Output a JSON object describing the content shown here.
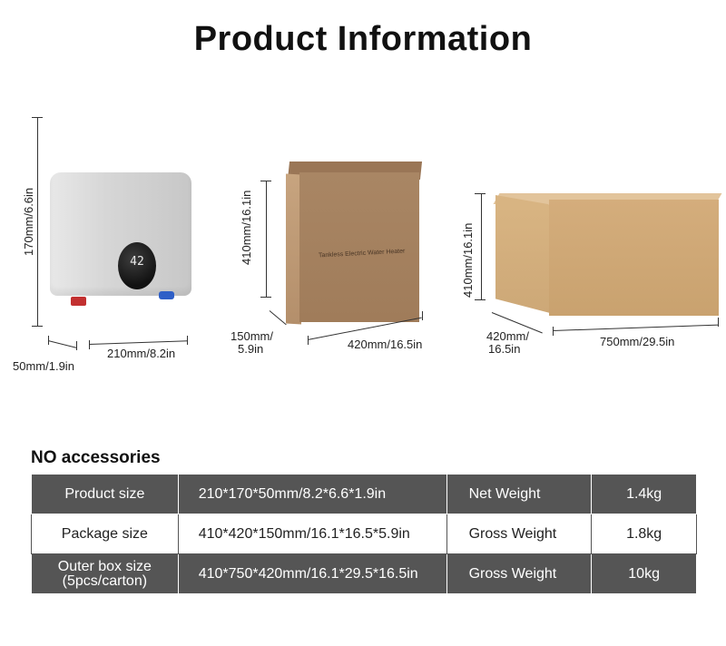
{
  "page": {
    "title": "Product Information"
  },
  "figures": {
    "heater": {
      "display_value": "42",
      "height_label": "170mm/6.6in",
      "depth_label": "50mm/1.9in",
      "width_label": "210mm/8.2in"
    },
    "package_box": {
      "print_text": "Tankless Electric Water Heater",
      "height_label": "410mm/16.1in",
      "depth_label_line1": "150mm/",
      "depth_label_line2": "5.9in",
      "width_label": "420mm/16.5in"
    },
    "outer_box": {
      "height_label": "410mm/16.1in",
      "depth_label_line1": "420mm/",
      "depth_label_line2": "16.5in",
      "width_label": "750mm/29.5in"
    }
  },
  "accessories_heading": "NO accessories",
  "spec_table": {
    "rows": [
      {
        "label": "Product size",
        "dimensions": "210*170*50mm/8.2*6.6*1.9in",
        "weight_label": "Net Weight",
        "weight": "1.4kg"
      },
      {
        "label": "Package size",
        "dimensions": "410*420*150mm/16.1*16.5*5.9in",
        "weight_label": "Gross Weight",
        "weight": "1.8kg"
      },
      {
        "label_line1": "Outer box size",
        "label_line2": "(5pcs/carton)",
        "dimensions": "410*750*420mm/16.1*29.5*16.5in",
        "weight_label": "Gross Weight",
        "weight": "10kg"
      }
    ]
  },
  "colors": {
    "table_dark": "#555555",
    "pipe_hot": "#c23030",
    "pipe_cold": "#2e5fc7"
  }
}
